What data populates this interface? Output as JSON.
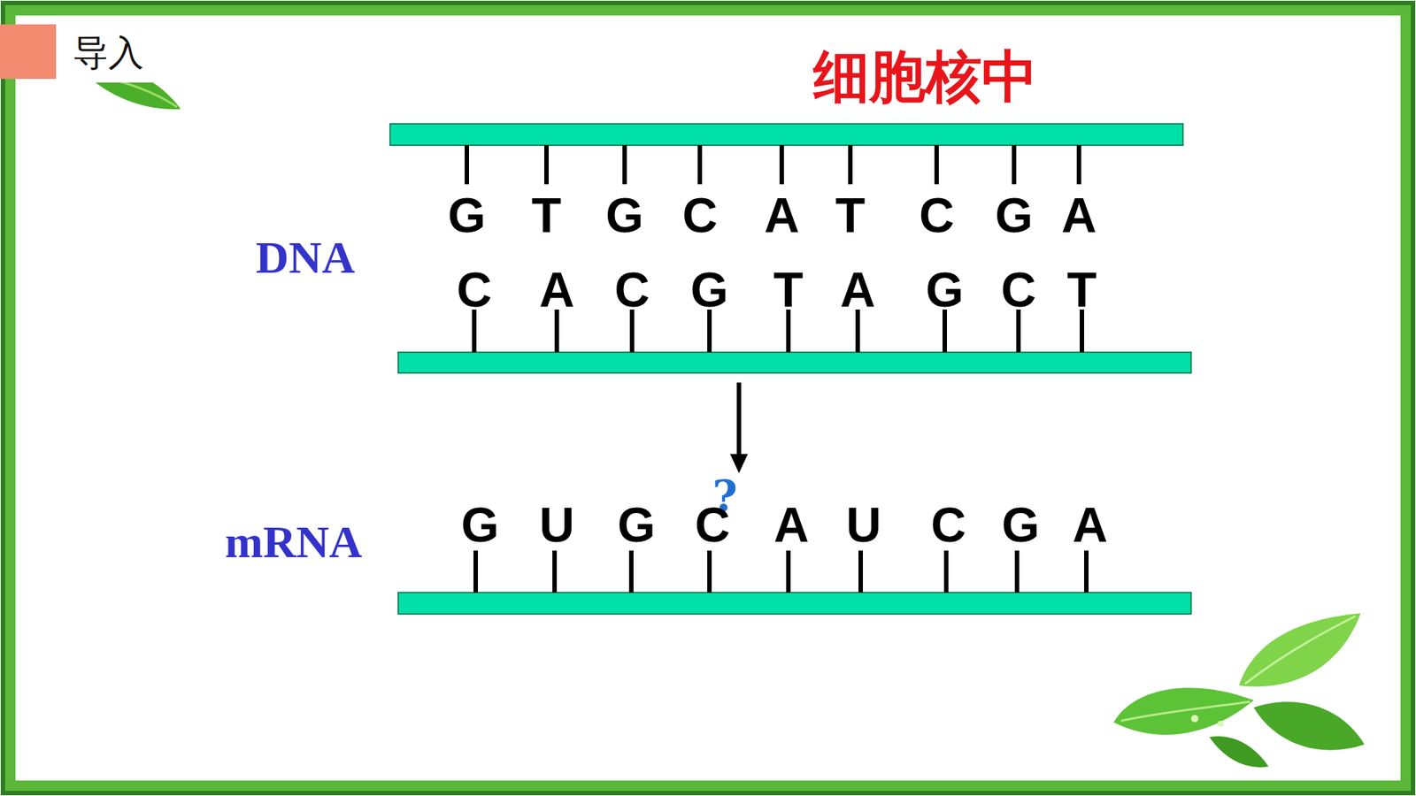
{
  "diagram": {
    "title": "细胞核中",
    "labels": [
      "导入",
      "DNA",
      "G",
      "T",
      "G",
      "C",
      "A",
      "T",
      "C",
      "G",
      "A",
      "C",
      "A",
      "C",
      "G",
      "T",
      "A",
      "G",
      "C",
      "T",
      "?",
      "mRNA",
      "G",
      "U",
      "G",
      "C",
      "A",
      "U",
      "C",
      "G",
      "A"
    ]
  }
}
